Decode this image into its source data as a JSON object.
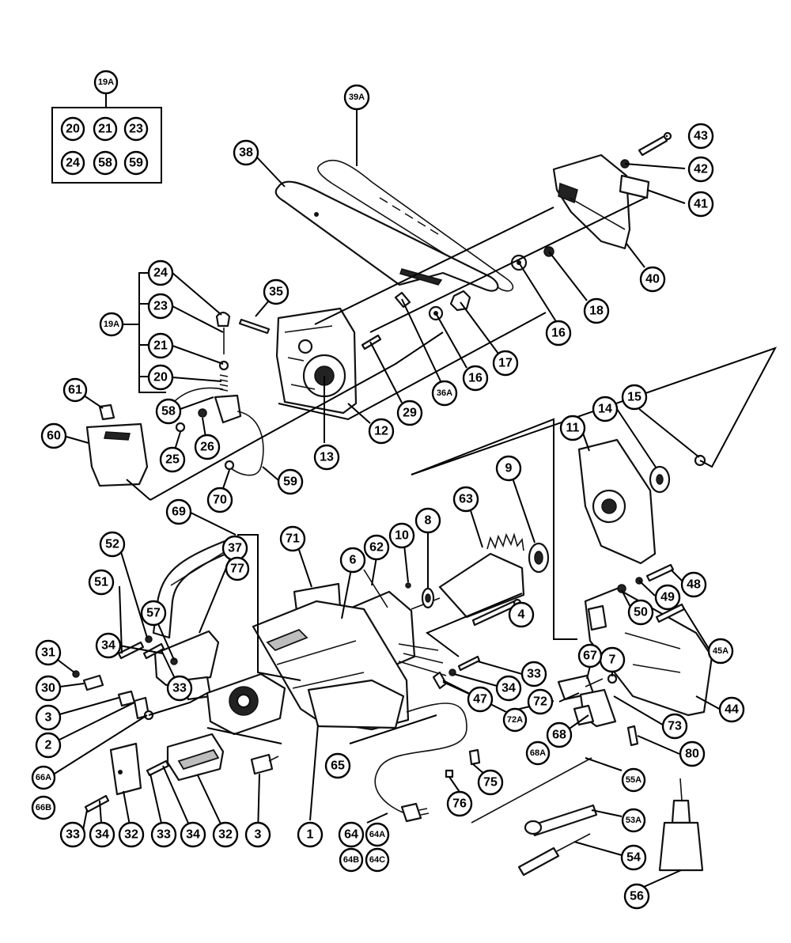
{
  "callouts": {
    "c19A_top": "19A",
    "c20a": "20",
    "c21a": "21",
    "c23a": "23",
    "c24a": "24",
    "c58a": "58",
    "c59a": "59",
    "c38": "38",
    "c39A": "39A",
    "c43": "43",
    "c42": "42",
    "c41": "41",
    "c40": "40",
    "c18": "18",
    "c16a": "16",
    "c17": "17",
    "c16b": "16",
    "c36A": "36A",
    "c29": "29",
    "c35": "35",
    "c12": "12",
    "c13": "13",
    "c24b": "24",
    "c23b": "23",
    "c19A_side": "19A",
    "c21b": "21",
    "c20b": "20",
    "c58b": "58",
    "c61": "61",
    "c60": "60",
    "c25": "25",
    "c26": "26",
    "c59b": "59",
    "c70": "70",
    "c11": "11",
    "c14": "14",
    "c15": "15",
    "c9": "9",
    "c63": "63",
    "c8": "8",
    "c10": "10",
    "c62": "62",
    "c6": "6",
    "c71": "71",
    "c4": "4",
    "c69": "69",
    "c37": "37",
    "c77": "77",
    "c52": "52",
    "c51": "51",
    "c48": "48",
    "c49": "49",
    "c50": "50",
    "c45A": "45A",
    "c44": "44",
    "c7": "7",
    "c67": "67",
    "c31": "31",
    "c34a": "34",
    "c57": "57",
    "c33a": "33",
    "c33b": "33",
    "c34b": "34",
    "c47": "47",
    "c72": "72",
    "c72A": "72A",
    "c73": "73",
    "c30": "30",
    "c3a": "3",
    "c2": "2",
    "c66A": "66A",
    "c66B": "66B",
    "c68": "68",
    "c68A": "68A",
    "c80": "80",
    "c65": "65",
    "c55A": "55A",
    "c75": "75",
    "c76": "76",
    "c53A": "53A",
    "c33c": "33",
    "c34c": "34",
    "c32a": "32",
    "c33d": "33",
    "c34d": "34",
    "c32b": "32",
    "c3b": "3",
    "c1": "1",
    "c64": "64",
    "c64A": "64A",
    "c64B": "64B",
    "c64C": "64C",
    "c54": "54",
    "c56": "56"
  }
}
